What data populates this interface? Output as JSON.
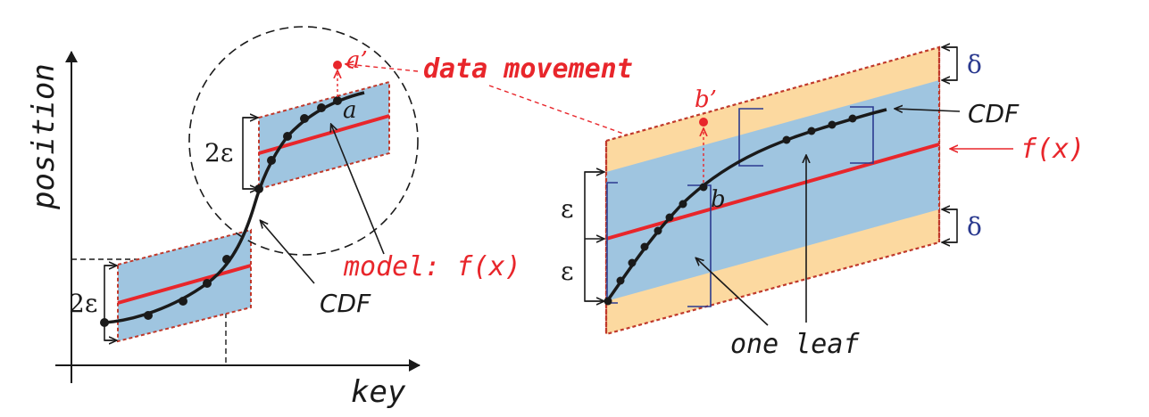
{
  "labels": {
    "y_axis": "position",
    "x_axis": "key",
    "two_eps_upper": "2ε",
    "two_eps_lower": "2ε",
    "cdf_left": "CDF",
    "model": "model: f(x)",
    "data_movement": "data movement",
    "point_a": "a",
    "point_a_prime": "a’",
    "point_b": "b",
    "point_b_prime": "b’",
    "cdf_right": "CDF",
    "fx_right": "f(x)",
    "eps_upper": "ε",
    "eps_lower": "ε",
    "delta_upper": "δ",
    "delta_lower": "δ",
    "one_leaf": "one leaf"
  },
  "colors": {
    "band_blue": "#9fc5e0",
    "band_orange": "#fcd9a0",
    "model_red": "#e8262b",
    "dashed_border": "#c0392b",
    "curve": "#1a1a1a",
    "bracket_blue": "#2b3a8f",
    "label_red": "#e8262b"
  }
}
